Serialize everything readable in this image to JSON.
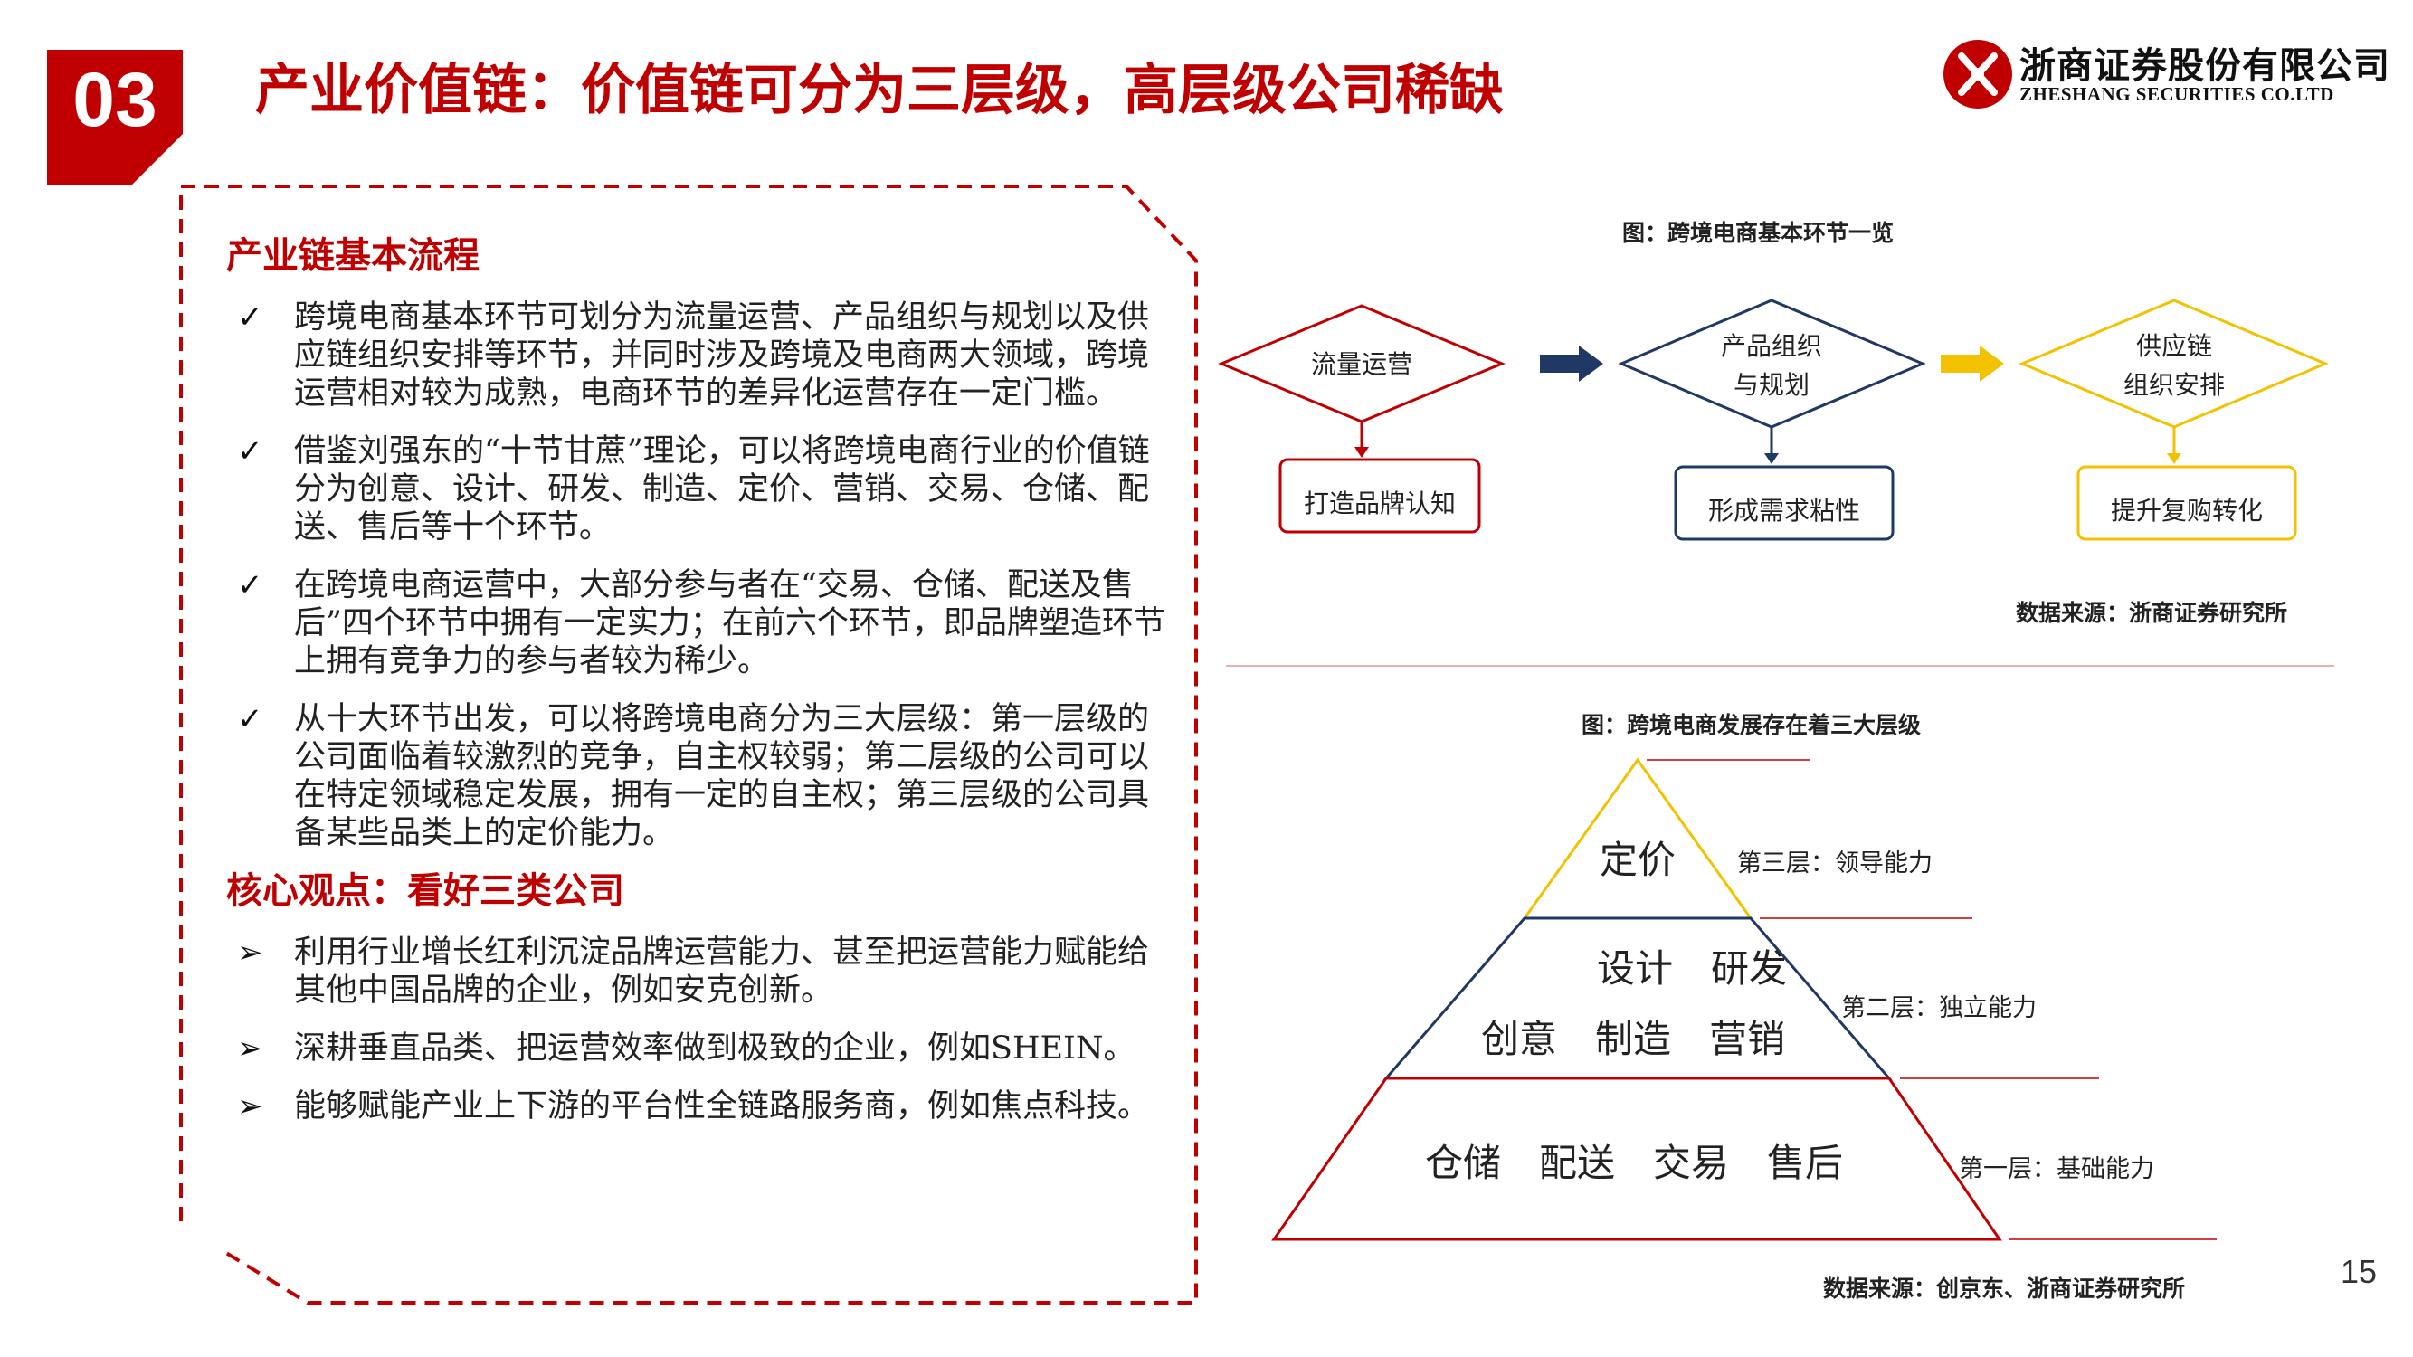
{
  "header": {
    "section_number": "03",
    "title": "产业价值链：价值链可分为三层级，高层级公司稀缺",
    "logo_cn": "浙商证券股份有限公司",
    "logo_en": "ZHESHANG SECURITIES CO.LTD"
  },
  "left_panel": {
    "section1_title": "产业链基本流程",
    "section1_bullets": [
      "跨境电商基本环节可划分为流量运营、产品组织与规划以及供应链组织安排等环节，并同时涉及跨境及电商两大领域，跨境运营相对较为成熟，电商环节的差异化运营存在一定门槛。",
      "借鉴刘强东的“十节甘蔗”理论，可以将跨境电商行业的价值链分为创意、设计、研发、制造、定价、营销、交易、仓储、配送、售后等十个环节。",
      "在跨境电商运营中，大部分参与者在“交易、仓储、配送及售后”四个环节中拥有一定实力；在前六个环节，即品牌塑造环节上拥有竞争力的参与者较为稀少。",
      "从十大环节出发，可以将跨境电商分为三大层级：第一层级的公司面临着较激烈的竞争，自主权较弱；第二层级的公司可以在特定领域稳定发展，拥有一定的自主权；第三层级的公司具备某些品类上的定价能力。"
    ],
    "section2_title": "核心观点：看好三类公司",
    "section2_bullets": [
      "利用行业增长红利沉淀品牌运营能力、甚至把运营能力赋能给其他中国品牌的企业，例如安克创新。",
      "深耕垂直品类、把运营效率做到极致的企业，例如SHEIN。",
      "能够赋能产业上下游的平台性全链路服务商，例如焦点科技。"
    ],
    "check_mark": "✓",
    "arrow_mark": "➢"
  },
  "flow_chart": {
    "caption": "图：跨境电商基本环节一览",
    "nodes": [
      {
        "line1": "流量运营",
        "line2": "",
        "result": "打造品牌认知",
        "color": "#c00000"
      },
      {
        "line1": "产品组织",
        "line2": "与规划",
        "result": "形成需求粘性",
        "color": "#1f3864"
      },
      {
        "line1": "供应链",
        "line2": "组织安排",
        "result": "提升复购转化",
        "color": "#f2c200"
      }
    ],
    "source": "数据来源：浙商证券研究所"
  },
  "pyramid": {
    "caption": "图：跨境电商发展存在着三大层级",
    "top": {
      "text": "定价",
      "label": "第三层：领导能力"
    },
    "middle": {
      "row1": "设计　研发",
      "row2": "创意　制造　营销",
      "label": "第二层：独立能力"
    },
    "bottom": {
      "text": "仓储　配送　交易　售后",
      "label": "第一层：基础能力"
    },
    "source": "数据来源：创京东、浙商证券研究所"
  },
  "page_number": "15",
  "colors": {
    "brand_red": "#c00000",
    "navy": "#1f3864",
    "yellow": "#f2c200"
  }
}
